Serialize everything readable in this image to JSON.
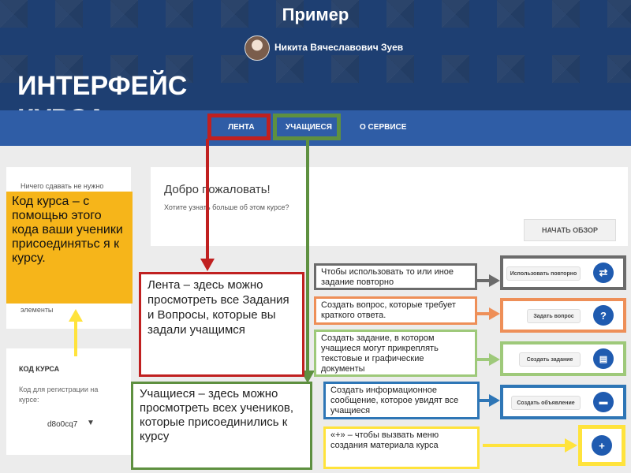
{
  "course": {
    "title": "Пример",
    "teacher_name": "Никита Вячеславович Зуев"
  },
  "slide_heading": "ИНТЕРФЕЙС КУРСА:",
  "nav": {
    "tabs": [
      {
        "label": "ЛЕНТА"
      },
      {
        "label": "УЧАЩИЕСЯ"
      },
      {
        "label": "О СЕРВИСЕ"
      }
    ]
  },
  "upcoming": {
    "nothing_due": "Ничего сдавать не нужно",
    "elements": "элементы"
  },
  "course_code": {
    "title": "КОД КУРСА",
    "hint": "Код для регистрации на курсе:",
    "value": "d8o0cq7"
  },
  "welcome": {
    "title": "Добро пожаловать!",
    "subtitle": "Хотите узнать больше об этом курсе?",
    "start_tour": "НАЧАТЬ ОБЗОР"
  },
  "actions": {
    "reuse": "Использовать повторно",
    "question": "Задать вопрос",
    "assignment": "Создать задание",
    "announcement": "Создать объявление",
    "plus": "+"
  },
  "notes": {
    "code": "Код курса – с помощью этого кода ваши ученики присоединятьс я к курсу.",
    "feed": "Лента – здесь можно просмотреть все Задания и Вопросы, которые вы задали учащимся",
    "students": "Учащиеся – здесь можно просмотреть всех учеников, которые присоединились к курсу",
    "reuse": "Чтобы использовать то или иное задание повторно",
    "question": "Создать вопрос, которые требует краткого ответа.",
    "assignment": "Создать задание, в котором учащиеся могут прикреплять текстовые и графические документы",
    "announcement": "Создать информационное сообщение, которое увидят все учащиеся",
    "plus": "«+» – чтобы вызвать меню создания материала курса"
  },
  "colors": {
    "banner": "#1e3f72",
    "navbar": "#2f5da6",
    "feed_frame": "#c02020",
    "students_frame": "#5e9040",
    "code_note": "#f6b51a",
    "reuse": "#6b6b6b",
    "question": "#ee8f58",
    "assignment": "#9ec97a",
    "announcement": "#2e76b6",
    "plus": "#ffe33c"
  },
  "icons": {
    "reuse": "repeat-icon",
    "question": "question-icon",
    "assignment": "clipboard-icon",
    "announcement": "chat-icon",
    "plus": "plus-icon",
    "code_dropdown": "caret-down-icon"
  }
}
